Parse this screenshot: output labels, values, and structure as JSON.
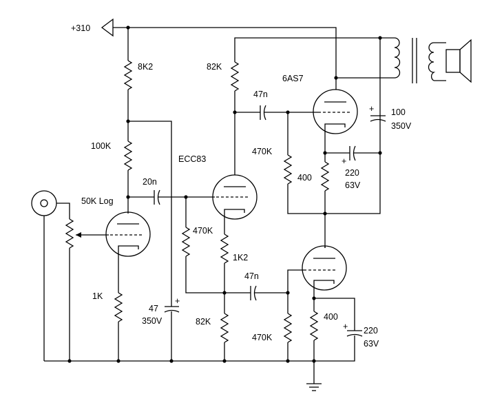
{
  "supply": {
    "label": "+310"
  },
  "resistors": {
    "r1": "8K2",
    "r2": "100K",
    "r3": "82K",
    "r4": "470K",
    "r5": "400",
    "r6": "470K",
    "r7": "1K2",
    "r8": "82K",
    "r9": "470K",
    "r10": "400",
    "r11": "1K"
  },
  "capacitors": {
    "c1": "20n",
    "c2": "47n",
    "c3": "47n",
    "c4_value": "100",
    "c4_voltage": "350V",
    "c5_value": "220",
    "c5_voltage": "63V",
    "c6_value": "220",
    "c6_voltage": "63V",
    "c7_value": "47",
    "c7_voltage": "350V"
  },
  "tubes": {
    "t1": "6AS7",
    "t2": "ECC83"
  },
  "pot": {
    "label": "50K Log"
  }
}
